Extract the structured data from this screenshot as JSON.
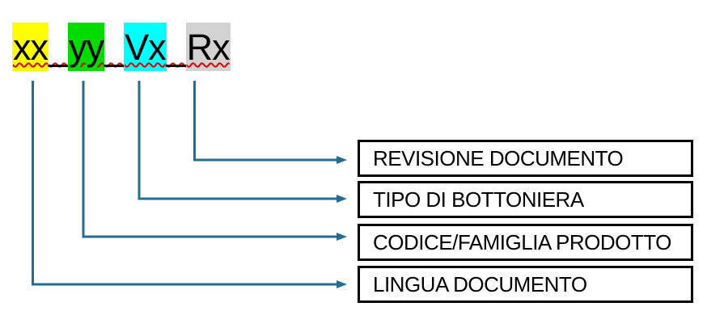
{
  "code": {
    "full_text": "xx_yy_Vx_Rx",
    "separator": "_",
    "segments": [
      {
        "text": "xx",
        "highlight": "#FFFF00",
        "points_to": "LINGUA DOCUMENTO"
      },
      {
        "text": "yy",
        "highlight": "#00DC00",
        "points_to": "CODICE/FAMIGLIA PRODOTTO"
      },
      {
        "text": "Vx",
        "highlight": "#00FFFF",
        "points_to": "TIPO DI BOTTONIERA"
      },
      {
        "text": "Rx",
        "highlight": "#D2D2D2",
        "points_to": "REVISIONE DOCUMENTO"
      }
    ]
  },
  "labels": [
    {
      "text": "REVISIONE DOCUMENTO"
    },
    {
      "text": "TIPO DI BOTTONIERA"
    },
    {
      "text": "CODICE/FAMIGLIA PRODOTTO"
    },
    {
      "text": "LINGUA DOCUMENTO"
    }
  ],
  "colors": {
    "connector": "#266C91",
    "squiggle": "#E00000",
    "box-border": "#000000",
    "text": "#000000",
    "background": "#FFFFFF"
  }
}
